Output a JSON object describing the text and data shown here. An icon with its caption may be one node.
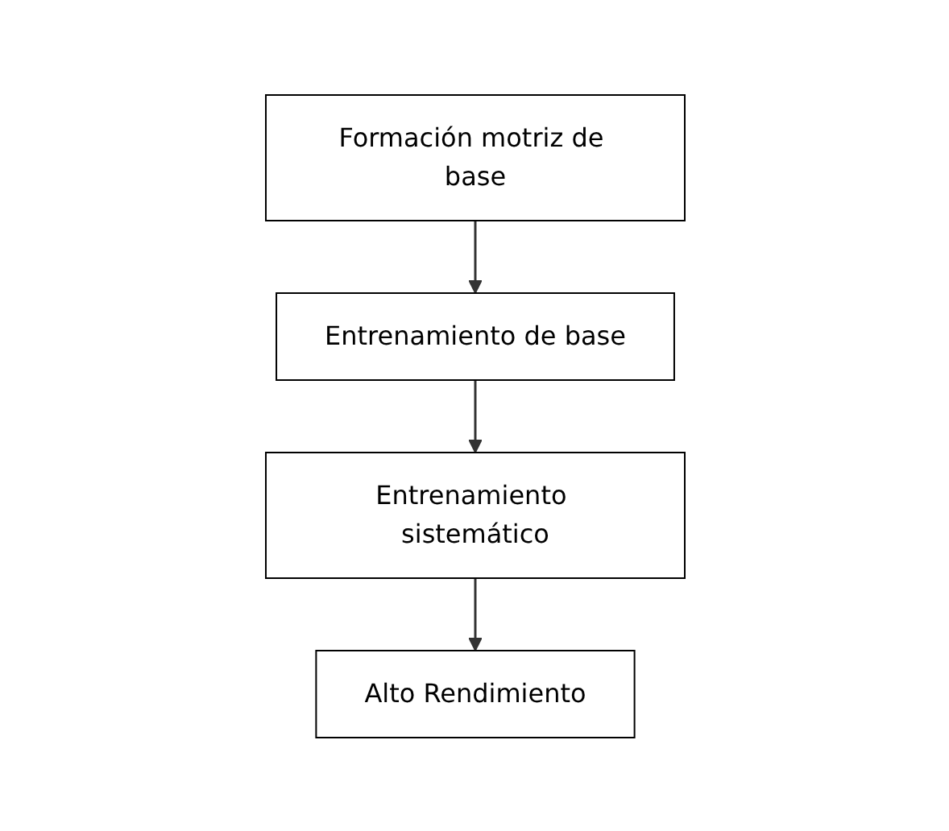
{
  "diagram": {
    "nodes": [
      {
        "text": [
          "Formación motriz de base"
        ]
      },
      {
        "text": [
          "Entrenamiento de base"
        ]
      },
      {
        "text": [
          "Entrenamiento sistemático"
        ]
      },
      {
        "text": [
          "Alto Rendimiento"
        ]
      }
    ],
    "edges": [
      {
        "from": 0,
        "to": 1,
        "arrow": "to"
      },
      {
        "from": 1,
        "to": 2,
        "arrow": "to"
      },
      {
        "from": 2,
        "to": 3,
        "arrow": "to"
      }
    ]
  }
}
